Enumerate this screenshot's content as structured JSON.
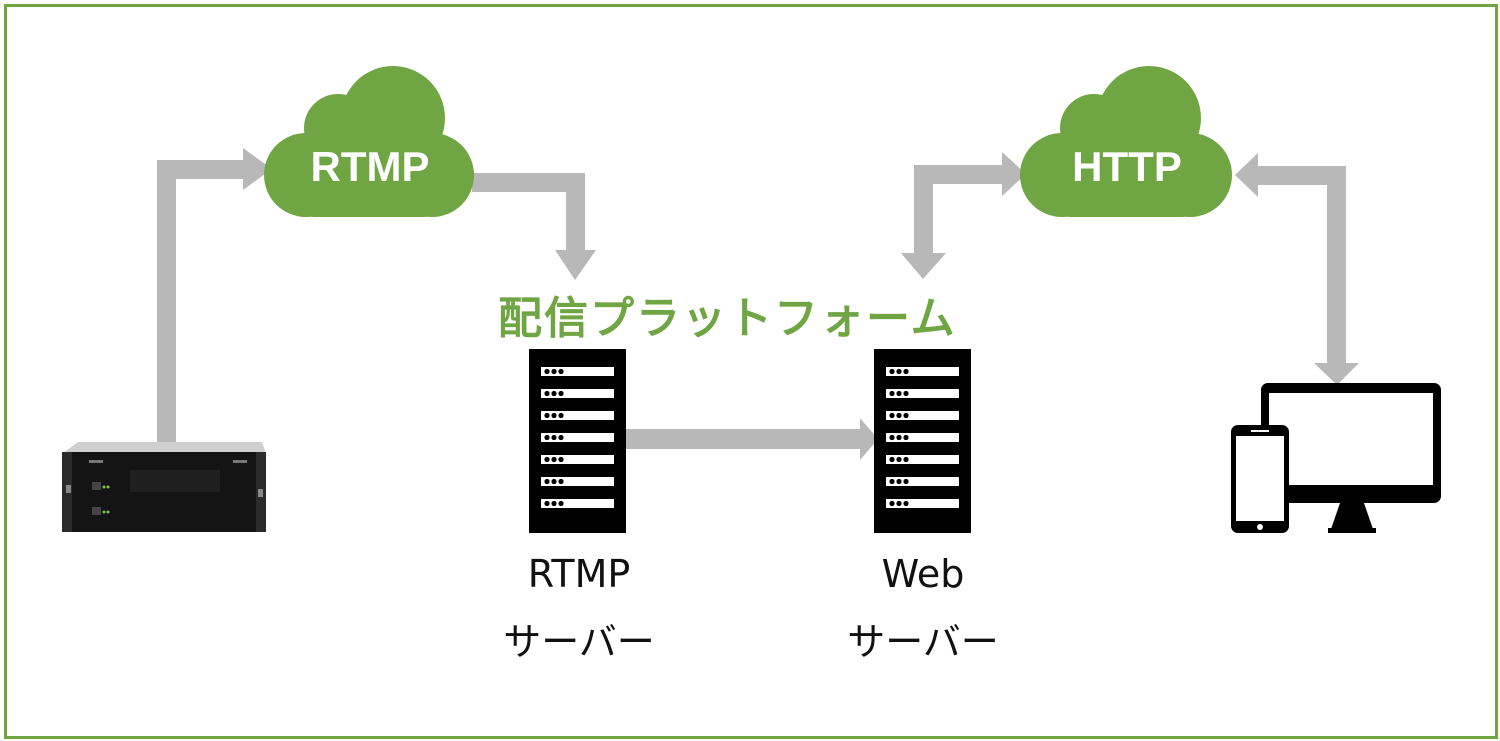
{
  "diagram": {
    "title": "配信プラットフォーム",
    "colors": {
      "accent_green": "#70a544",
      "arrow_gray": "#b7b8b7",
      "icon_black": "#000000",
      "background": "#ffffff"
    },
    "clouds": [
      {
        "id": "rtmp-cloud",
        "label": "RTMP"
      },
      {
        "id": "http-cloud",
        "label": "HTTP"
      }
    ],
    "nodes": [
      {
        "id": "encoder",
        "icon": "rack-encoder-device"
      },
      {
        "id": "rtmp-server",
        "icon": "server-rack-icon",
        "label_line1": "RTMP",
        "label_line2": "サーバー"
      },
      {
        "id": "web-server",
        "icon": "server-rack-icon",
        "label_line1": "Web",
        "label_line2": "サーバー"
      },
      {
        "id": "client-devices",
        "icon": "smartphone-and-monitor-icon"
      }
    ],
    "edges": [
      {
        "from": "encoder",
        "to": "rtmp-cloud",
        "direction": "one-way"
      },
      {
        "from": "rtmp-cloud",
        "to": "rtmp-server",
        "direction": "one-way"
      },
      {
        "from": "rtmp-server",
        "to": "web-server",
        "direction": "one-way"
      },
      {
        "from": "web-server",
        "to": "http-cloud",
        "direction": "two-way"
      },
      {
        "from": "http-cloud",
        "to": "client-devices",
        "direction": "two-way"
      }
    ]
  }
}
